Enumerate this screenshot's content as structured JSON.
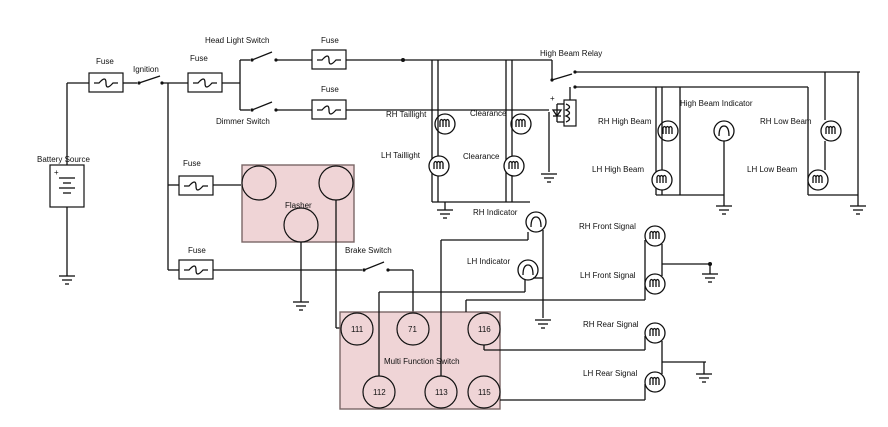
{
  "labels": {
    "fuse_main": "Fuse",
    "ignition": "Ignition",
    "fuse_2": "Fuse",
    "head_light_switch": "Head Light Switch",
    "fuse_head": "Fuse",
    "fuse_dimmer": "Fuse",
    "dimmer_switch": "Dimmer Switch",
    "high_beam_relay": "High Beam Relay",
    "battery_source": "Battery Source",
    "fuse_flasher": "Fuse",
    "flasher": "Flasher",
    "fuse_brake": "Fuse",
    "brake_switch": "Brake Switch",
    "rh_taillight": "RH Taillight",
    "lh_taillight": "LH Taillight",
    "clearance_top": "Clearance",
    "clearance_bottom": "Clearance",
    "rh_high_beam": "RH High Beam",
    "lh_high_beam": "LH High Beam",
    "high_beam_indicator": "High Beam Indicator",
    "rh_low_beam": "RH Low Beam",
    "lh_low_beam": "LH Low Beam",
    "rh_indicator": "RH Indicator",
    "lh_indicator": "LH Indicator",
    "rh_front_signal": "RH Front Signal",
    "lh_front_signal": "LH Front Signal",
    "rh_rear_signal": "RH Rear Signal",
    "lh_rear_signal": "LH Rear Signal",
    "multi_function_switch": "Multi Function Switch"
  },
  "terminals": {
    "t111": "111",
    "t71": "71",
    "t116": "116",
    "t112": "112",
    "t113": "113",
    "t115": "115"
  }
}
